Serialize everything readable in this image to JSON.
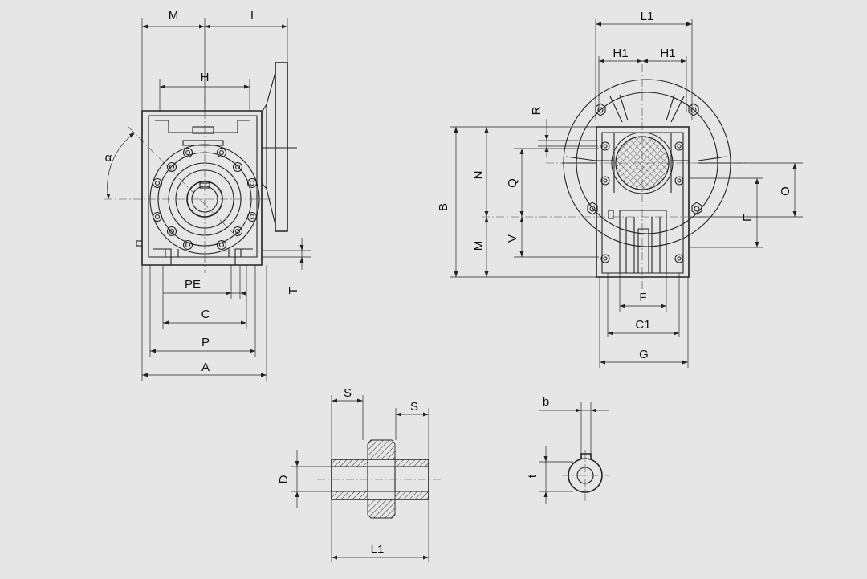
{
  "labels": {
    "front_M": "M",
    "front_I": "I",
    "front_H": "H",
    "front_alpha": "α",
    "front_PE": "PE",
    "front_C": "C",
    "front_P": "P",
    "front_A": "A",
    "front_T": "T",
    "side_L1": "L1",
    "side_H1_left": "H1",
    "side_H1_right": "H1",
    "side_R": "R",
    "side_N": "N",
    "side_Q": "Q",
    "side_B": "B",
    "side_M": "M",
    "side_V": "V",
    "side_O": "O",
    "side_E": "E",
    "side_F": "F",
    "side_C1": "C1",
    "side_G": "G",
    "shaft_S_left": "S",
    "shaft_S_right": "S",
    "shaft_D": "D",
    "shaft_L1": "L1",
    "key_b": "b",
    "key_t": "t"
  },
  "colors": {
    "background": "#e6e6e6",
    "line": "#222222"
  }
}
